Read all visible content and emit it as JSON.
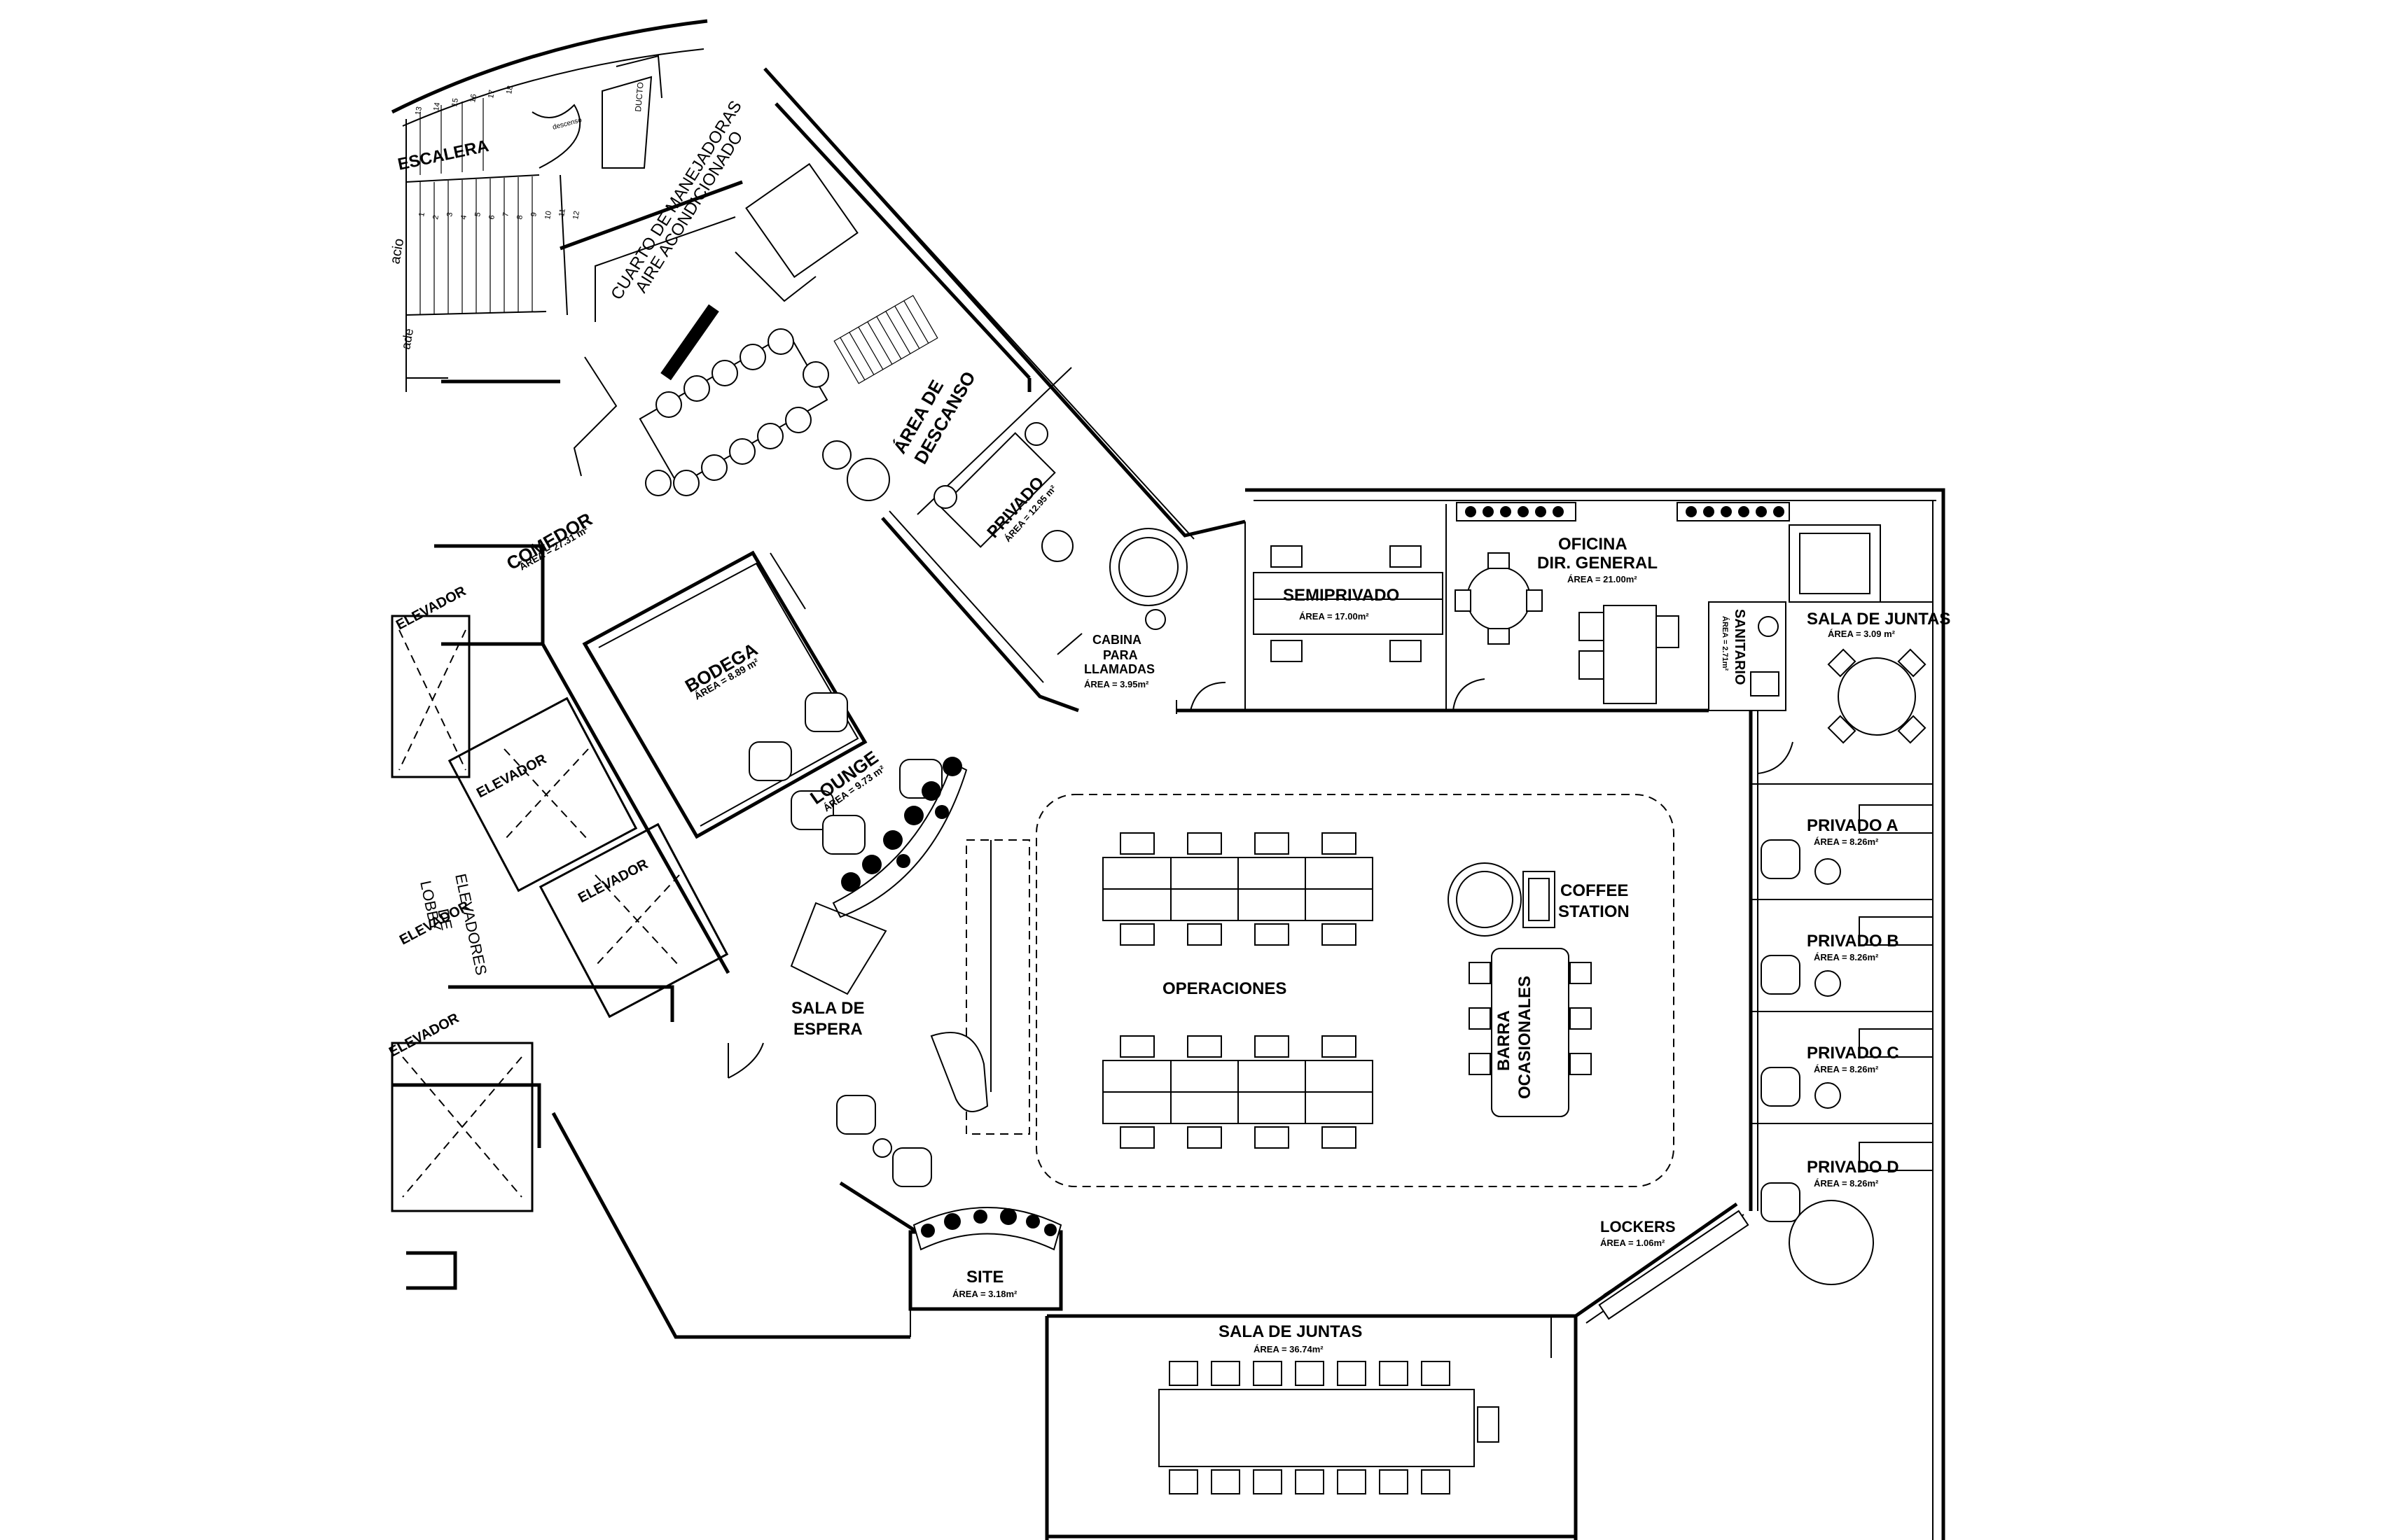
{
  "rooms": {
    "escalera": "ESCALERA",
    "cuarto_manejadoras_1": "CUARTO DE MANEJADORAS",
    "cuarto_manejadoras_2": "AIRE ACONDICIONADO",
    "comedor": "COMEDOR",
    "comedor_area": "ÁREA = 27.31 m²",
    "area_descanso_1": "ÁREA DE",
    "area_descanso_2": "DESCANSO",
    "privado": "PRIVADO",
    "privado_area": "ÁREA = 12.95 m²",
    "bodega": "BODEGA",
    "bodega_area": "ÁREA = 8.89 m²",
    "cabina_1": "CABINA",
    "cabina_2": "PARA",
    "cabina_3": "LLAMADAS",
    "cabina_area": "ÁREA = 3.95m²",
    "semiprivado": "SEMIPRIVADO",
    "semiprivado_area": "ÁREA = 17.00m²",
    "oficina_1": "OFICINA",
    "oficina_2": "DIR. GENERAL",
    "oficina_area": "ÁREA = 21.00m²",
    "sanitario": "SANITARIO",
    "sanitario_area": "ÁREA = 2.71m²",
    "sala_juntas_small": "SALA DE JUNTAS",
    "sala_juntas_small_area": "ÁREA = 3.09 m²",
    "lounge": "LOUNGE",
    "lounge_area": "ÁREA = 9.73 m²",
    "elevador_1": "ELEVADOR",
    "elevador_2": "ELEVADOR",
    "elevador_3": "ELEVADOR",
    "elevador_4": "ELEVADOR",
    "elevador_5": "ELEVADOR",
    "lobby_1": "LOBBY",
    "lobby_2": "DE",
    "lobby_3": "ELEVADORES",
    "operaciones": "OPERACIONES",
    "coffee_1": "COFFEE",
    "coffee_2": "STATION",
    "barra_1": "BARRA",
    "barra_2": "OCASIONALES",
    "privado_a": "PRIVADO A",
    "privado_a_area": "ÁREA = 8.26m²",
    "privado_b": "PRIVADO B",
    "privado_b_area": "ÁREA = 8.26m²",
    "privado_c": "PRIVADO C",
    "privado_c_area": "ÁREA = 8.26m²",
    "privado_d": "PRIVADO D",
    "privado_d_area": "ÁREA = 8.26m²",
    "sala_espera_1": "SALA DE",
    "sala_espera_2": "ESPERA",
    "lockers": "LOCKERS",
    "lockers_area": "ÁREA = 1.06m²",
    "site": "SITE",
    "site_area": "ÁREA = 3.18m²",
    "sala_juntas_big": "SALA DE JUNTAS",
    "sala_juntas_big_area": "ÁREA = 36.74m²"
  },
  "fragments": {
    "acio": "acio",
    "ade": "ade",
    "descenso": "descenso",
    "ducto": "DUCTO"
  },
  "stair_numbers": [
    "1",
    "2",
    "3",
    "4",
    "5",
    "6",
    "7",
    "8",
    "9",
    "10",
    "11",
    "12",
    "13",
    "14",
    "15",
    "16",
    "17",
    "18"
  ]
}
